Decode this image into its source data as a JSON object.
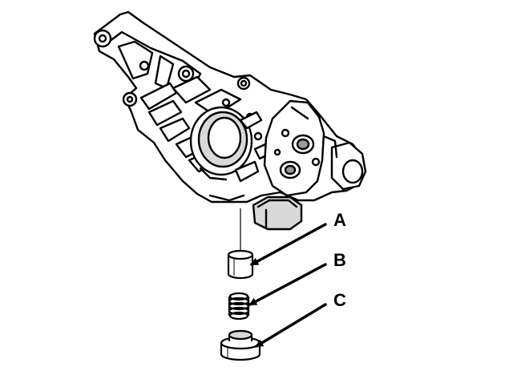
{
  "diagram": {
    "labels": {
      "a": "A",
      "b": "B",
      "c": "C"
    },
    "colors": {
      "ink": "#000000",
      "paper": "#ffffff",
      "shade": "#d9d9d9",
      "shade_dark": "#9a9a9a"
    }
  }
}
